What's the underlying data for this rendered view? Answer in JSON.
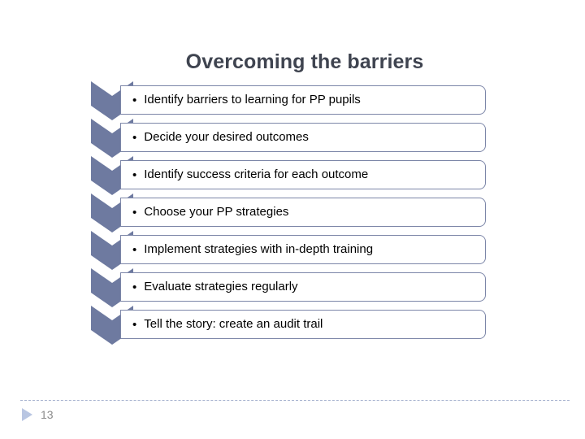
{
  "slide": {
    "title": "Overcoming the barriers",
    "title_color": "#3F4450",
    "background_color": "#FFFFFF"
  },
  "process": {
    "chevron_color": "#6E7AA0",
    "box_border_color": "#7C86A8",
    "box_fill_color": "#FFFFFF",
    "bullet_glyph": "•",
    "steps": [
      {
        "text": "Identify barriers to learning for PP pupils"
      },
      {
        "text": "Decide your desired outcomes"
      },
      {
        "text": "Identify success criteria for each outcome"
      },
      {
        "text": "Choose your PP strategies"
      },
      {
        "text": "Implement strategies with in-depth training"
      },
      {
        "text": "Evaluate strategies regularly"
      },
      {
        "text": "Tell the story: create an audit trail"
      }
    ]
  },
  "footer": {
    "slide_number": "13",
    "rule_color": "#A8B4D0",
    "marker_color": "#B9C6E2",
    "number_color": "#8A8A8A"
  }
}
